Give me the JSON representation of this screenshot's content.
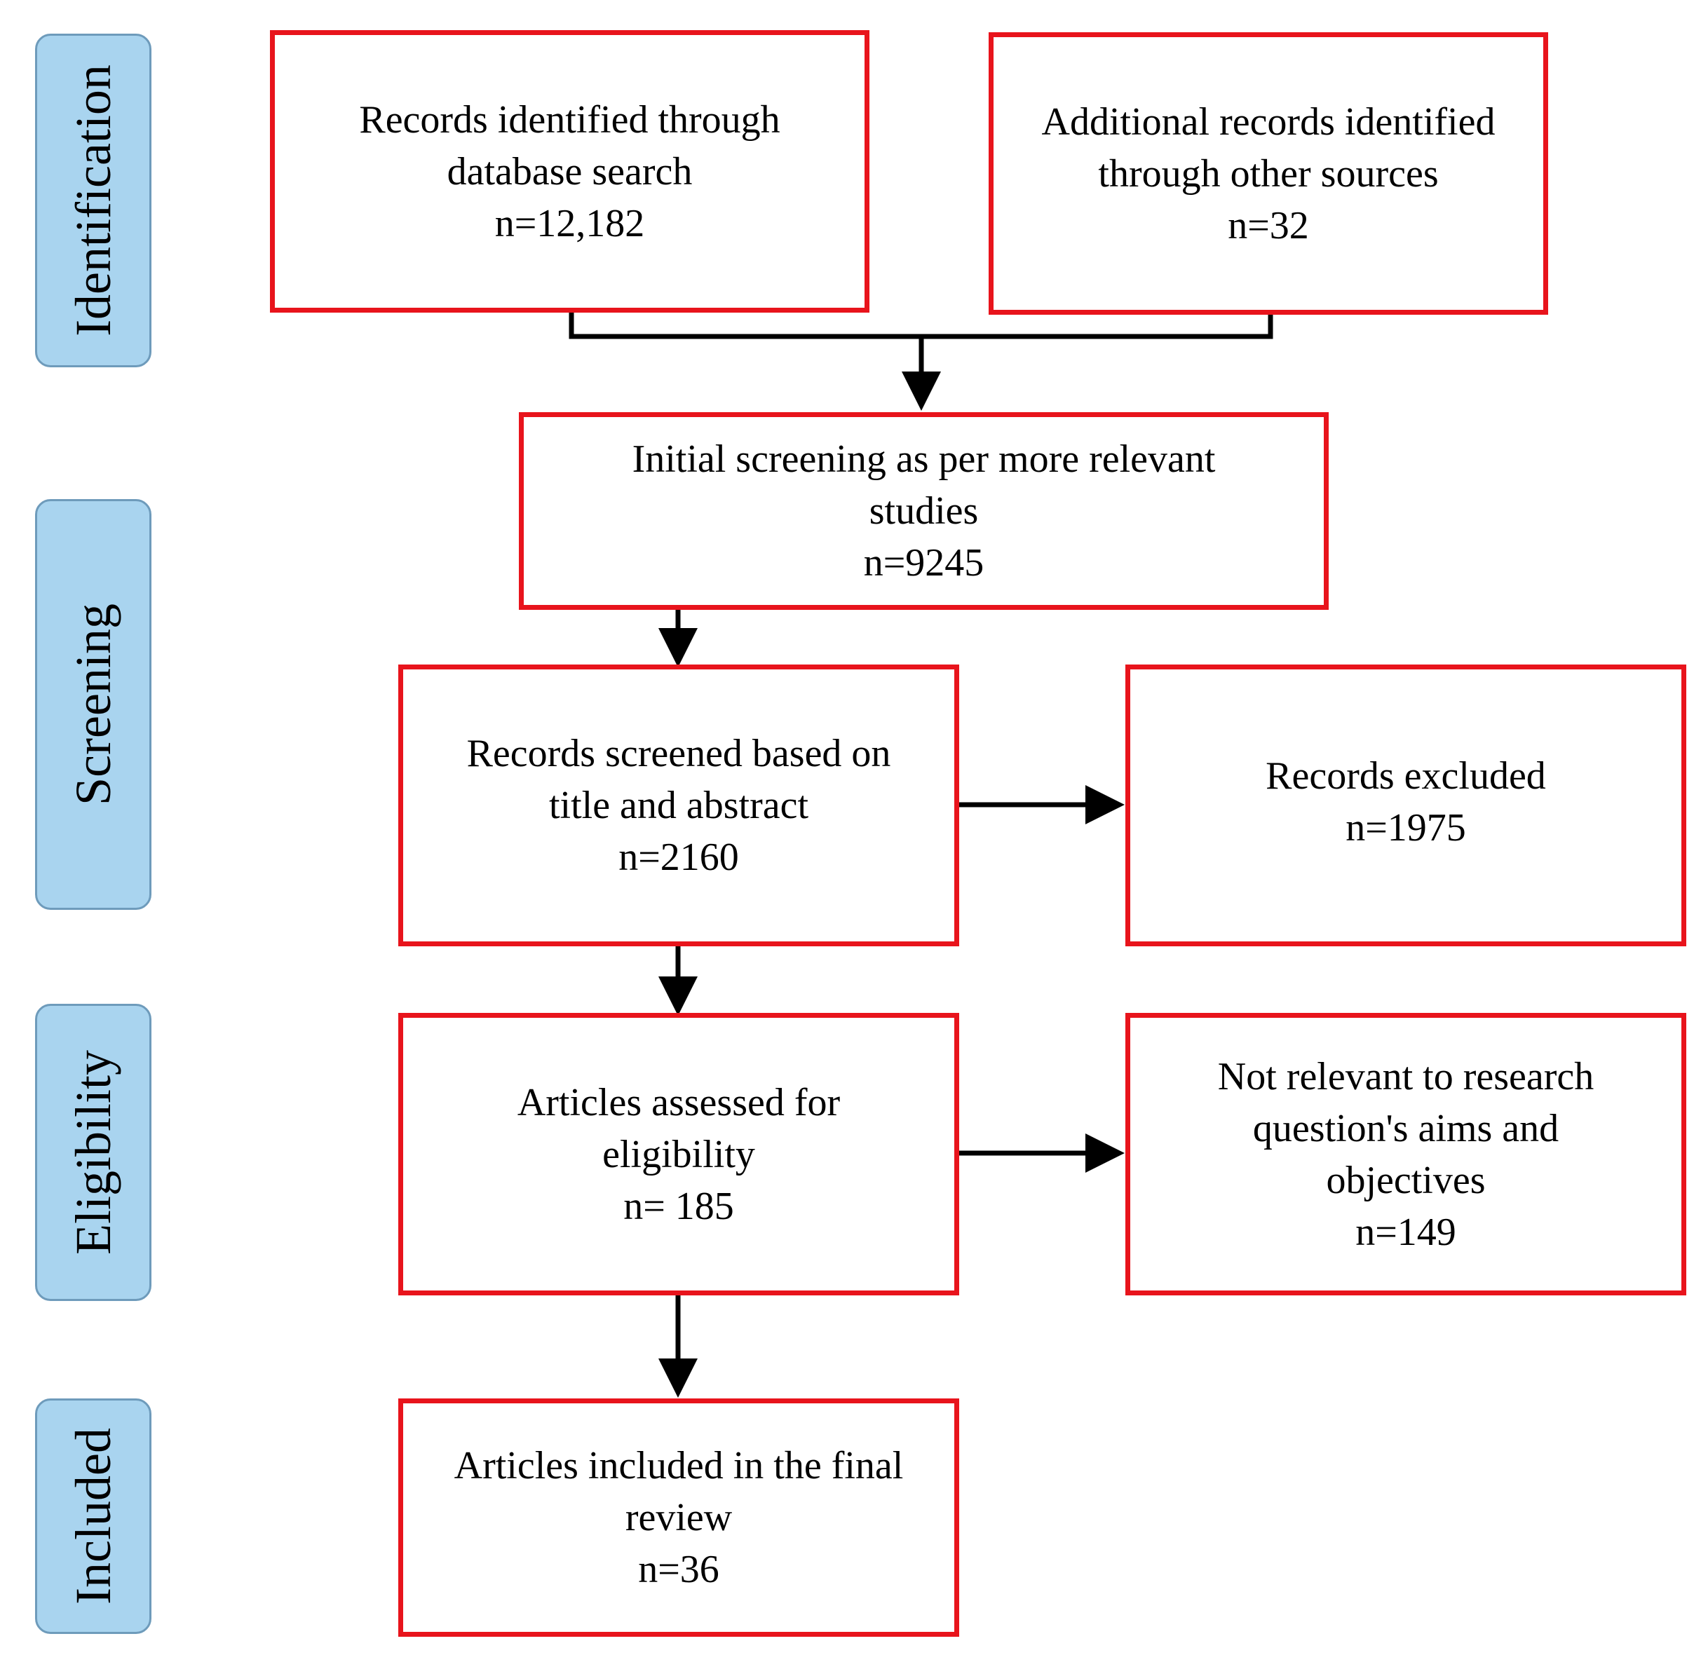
{
  "stages": [
    {
      "id": "identification",
      "label": "Identification"
    },
    {
      "id": "screening",
      "label": "Screening"
    },
    {
      "id": "eligibility",
      "label": "Eligibility"
    },
    {
      "id": "included",
      "label": "Included"
    }
  ],
  "boxes": {
    "database_search": {
      "lines": [
        "Records identified  through",
        "database search"
      ],
      "count": "n=12,182"
    },
    "other_sources": {
      "lines": [
        "Additional  records identified",
        "through  other sources"
      ],
      "count": "n=32"
    },
    "initial_screening": {
      "lines": [
        "Initial  screening as per more relevant",
        "studies"
      ],
      "count": "n=9245"
    },
    "title_abstract": {
      "lines": [
        "Records screened based on",
        "title  and abstract"
      ],
      "count": "n=2160"
    },
    "records_excluded": {
      "lines": [
        "Records excluded"
      ],
      "count": "n=1975"
    },
    "eligibility_assessed": {
      "lines": [
        "Articles  assessed for",
        "eligibility"
      ],
      "count": "n= 185"
    },
    "not_relevant": {
      "lines": [
        "Not relevant  to research",
        "question's aims  and",
        "objectives"
      ],
      "count": "n=149"
    },
    "included_final": {
      "lines": [
        "Articles  included  in the final",
        "review"
      ],
      "count": "n=36"
    }
  },
  "colors": {
    "box_border": "#e8141c",
    "stage_fill": "#a9d4ef",
    "stage_border": "#6e9bbb",
    "connector": "#000000"
  }
}
